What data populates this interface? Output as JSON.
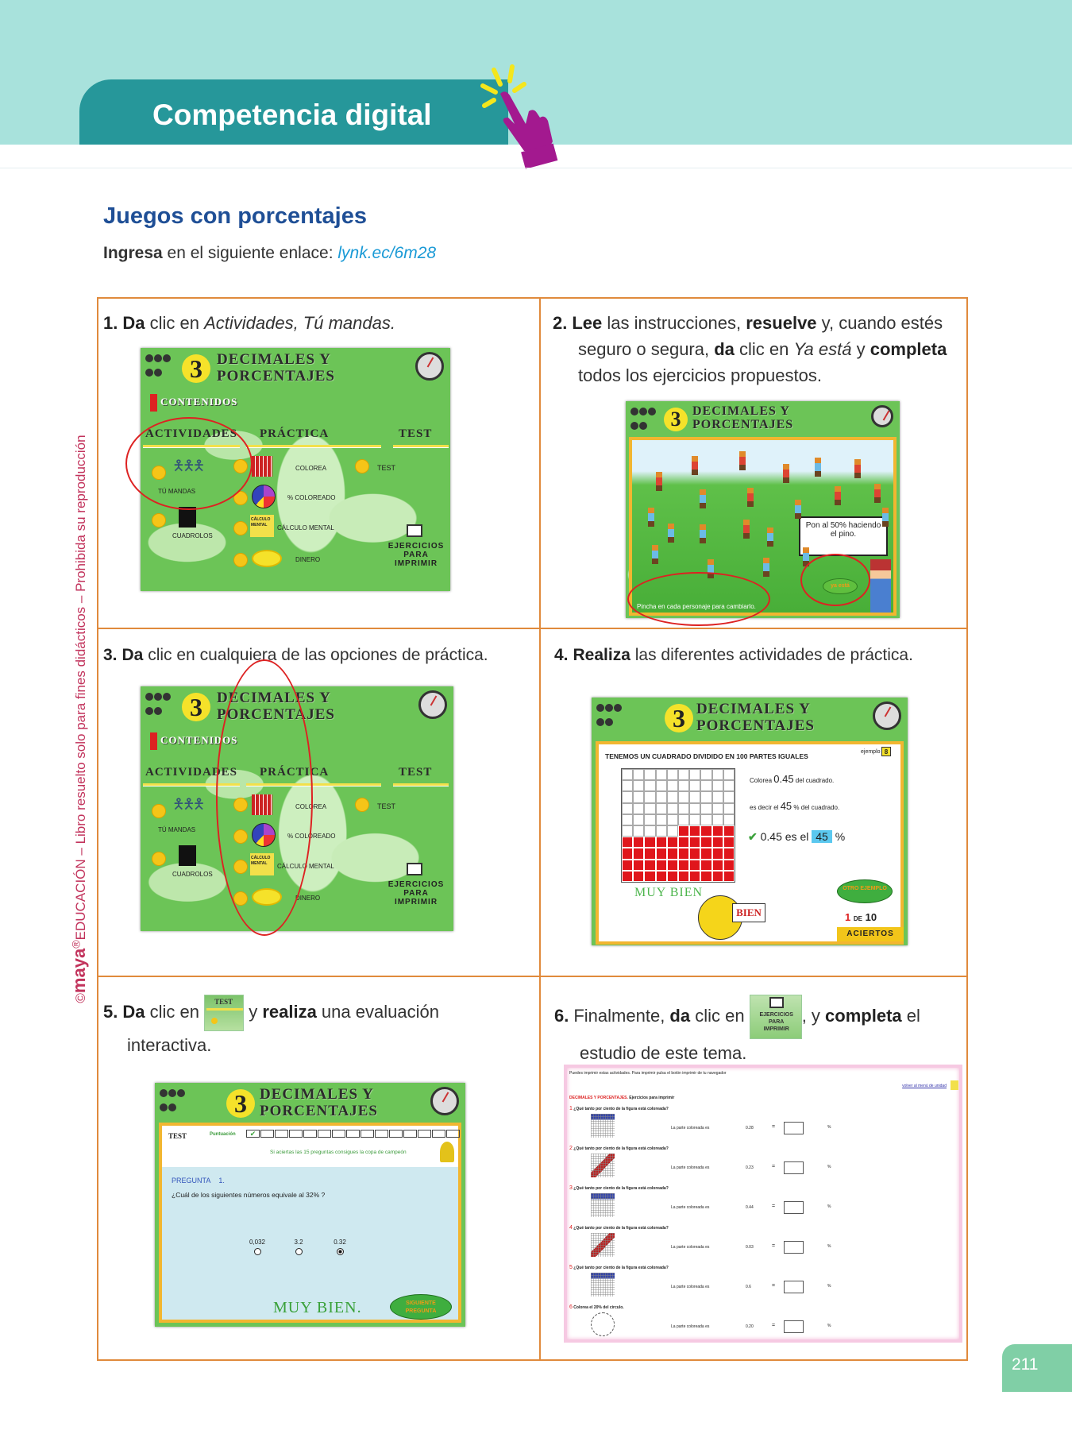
{
  "header": {
    "banner": "Competencia digital",
    "title": "Juegos con porcentajes",
    "link_prefix_bold": "Ingresa",
    "link_prefix": " en el siguiente enlace: ",
    "link": "lynk.ec/6m28"
  },
  "side_text": {
    "brand": "maya",
    "copyright": "©",
    "text": "EDUCACIÓN – Libro resuelto solo para fines didácticos – Prohibida su reproducción"
  },
  "page_number": "211",
  "steps": [
    {
      "n": "1.",
      "s": [
        "Da",
        " clic en ",
        "Actividades, Tú mandas."
      ]
    },
    {
      "n": "2.",
      "s": [
        "Lee",
        " las instrucciones, ",
        "resuelve",
        " y, cuando estés seguro o segura, ",
        "da",
        " clic en ",
        "Ya está",
        " y ",
        "completa",
        " todos los ejercicios propuestos."
      ]
    },
    {
      "n": "3.",
      "s": [
        "Da",
        " clic en cualquiera de las opciones de práctica."
      ]
    },
    {
      "n": "4.",
      "s": [
        "Realiza",
        " las diferentes actividades de práctica."
      ]
    },
    {
      "n": "5.",
      "s": [
        "Da",
        " clic en ",
        " y ",
        "realiza",
        " una evaluación interactiva."
      ]
    },
    {
      "n": "6.",
      "s": [
        "Finalmente, ",
        "da",
        " clic en ",
        ", y ",
        "completa",
        " el estudio de este tema."
      ]
    }
  ],
  "game": {
    "number": "3",
    "title1": "DECIMALES Y",
    "title2": "PORCENTAJES",
    "menu": {
      "contenidos": "CONTENIDOS",
      "actividades": "ACTIVIDADES",
      "practica": "PRÁCTICA",
      "test": "TEST",
      "tu_mandas": "TÚ MANDAS",
      "cuadrolos": "CUADROLOS",
      "colorea": "COLOREA",
      "coloreado": "% COLOREADO",
      "calculo": "CÁLCULO MENTAL",
      "dinero": "DINERO",
      "test_item": "TEST",
      "imprimir1": "EJERCICIOS",
      "imprimir2": "PARA",
      "imprimir3": "IMPRIMIR",
      "calculo_icon": "CÁLCULO MENTAL",
      "test_icon": "TEST"
    },
    "scene": {
      "bubble": "Pon al 50% haciendo el pino.",
      "button": "ya está",
      "footer": "Pincha en cada personaje para cambiarlo."
    },
    "practice": {
      "heading": "TENEMOS UN CUADRADO DIVIDIDO EN 100 PARTES IGUALES",
      "example_label": "ejemplo",
      "example_num": "8",
      "line1a": "Colorea",
      "line1v": "0.45",
      "line1b": "del cuadrado.",
      "line2a": "es decir el",
      "line2v": "45",
      "line2b": "% del cuadrado.",
      "answer_a": "0.45 es el",
      "answer_v": "45",
      "answer_pct": "%",
      "feedback": "MUY BIEN",
      "sign": "BIEN",
      "next": "OTRO EJEMPLO",
      "score": "1",
      "score_sep": "DE",
      "score_total": "10",
      "score_label": "ACIERTOS",
      "shaded_fraction": 0.45
    },
    "test": {
      "label": "TEST",
      "score_label": "Puntuación",
      "total_questions": 15,
      "correct": 1,
      "trophy_msg": "Si aciertas las 15 preguntas consigues la copa de campeón",
      "question_label": "PREGUNTA",
      "question_num": "1.",
      "question": "¿Cuál de los siguientes números equivale al 32% ?",
      "options": [
        "0,032",
        "3.2",
        "0.32"
      ],
      "selected": 2,
      "feedback": "MUY BIEN.",
      "next": "SIGUIENTE PREGUNTA"
    },
    "worksheet": {
      "note": "Puedes imprimir estas actividades. Para imprimir pulsa el botón imprimir de tu navegador",
      "back": "volver al menú de unidad",
      "title_red": "DECIMALES Y PORCENTAJES.",
      "title": "Ejercicios para imprimir",
      "answer_label": "La parte coloreada es",
      "eq": "=",
      "pct": "%",
      "items": [
        {
          "n": "1",
          "q": "¿Qué tanto por ciento de la figura está coloreada?",
          "v": "0.28"
        },
        {
          "n": "2",
          "q": "¿Qué tanto por ciento de la figura está coloreada?",
          "v": "0.23"
        },
        {
          "n": "3",
          "q": "¿Qué tanto por ciento de la figura está coloreada?",
          "v": "0.44"
        },
        {
          "n": "4",
          "q": "¿Qué tanto por ciento de la figura está coloreada?",
          "v": "0.03"
        },
        {
          "n": "5",
          "q": "¿Qué tanto por ciento de la figura está coloreada?",
          "v": "0.6"
        },
        {
          "n": "6",
          "q": "Colorea el 20% del círculo.",
          "v": "0.20"
        }
      ]
    }
  },
  "colors": {
    "teal": "#26979a",
    "band": "#a8e2dc",
    "title": "#1f4f96",
    "link": "#1a9ad6",
    "border": "#e08a3c",
    "highlight": "#d22222"
  }
}
